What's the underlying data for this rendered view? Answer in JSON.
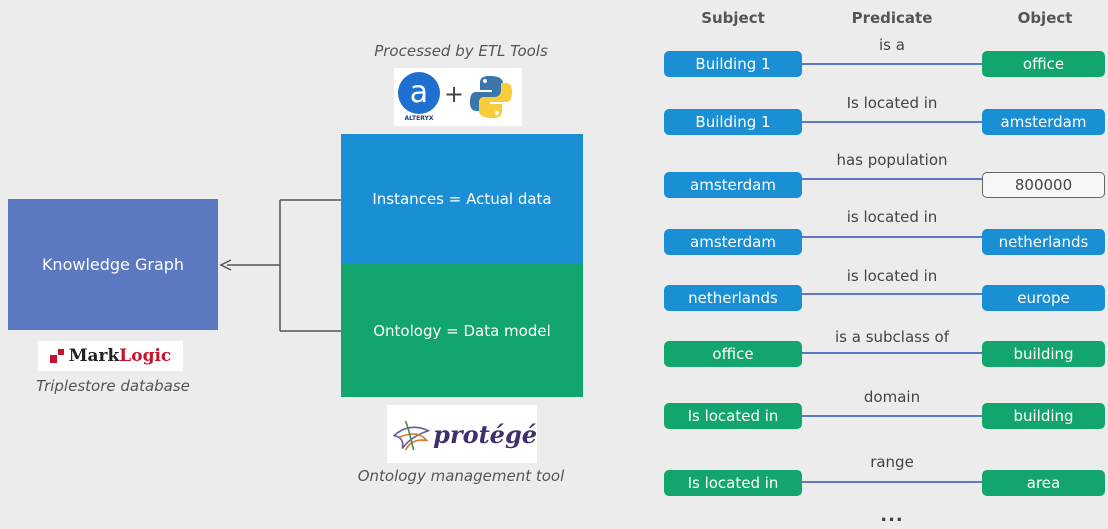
{
  "knowledge_graph": {
    "label": "Knowledge Graph"
  },
  "marklogic": {
    "logo_text_a": "Mark",
    "logo_text_b": "Logic",
    "caption": "Triplestore database"
  },
  "etl": {
    "caption": "Processed by ETL Tools",
    "alteryx_letter": "a",
    "alteryx_text": "ALTERYX",
    "plus": "+"
  },
  "layers": {
    "instances": "Instances = Actual data",
    "ontology": "Ontology = Data model"
  },
  "protege": {
    "logo_text": "protégé",
    "caption": "Ontology management tool"
  },
  "columns": {
    "subject": "Subject",
    "predicate": "Predicate",
    "object": "Object"
  },
  "triples": [
    {
      "subject": "Building 1",
      "subject_color": "blue",
      "predicate": "is a",
      "object": "office",
      "object_color": "green"
    },
    {
      "subject": "Building 1",
      "subject_color": "blue",
      "predicate": "Is located in",
      "object": "amsterdam",
      "object_color": "blue"
    },
    {
      "subject": "amsterdam",
      "subject_color": "blue",
      "predicate": "has population",
      "object": "800000",
      "object_color": "outline"
    },
    {
      "subject": "amsterdam",
      "subject_color": "blue",
      "predicate": "is located in",
      "object": "netherlands",
      "object_color": "blue"
    },
    {
      "subject": "netherlands",
      "subject_color": "blue",
      "predicate": "is located in",
      "object": "europe",
      "object_color": "blue"
    },
    {
      "subject": "office",
      "subject_color": "green",
      "predicate": "is a subclass of",
      "object": "building",
      "object_color": "green"
    },
    {
      "subject": "Is located in",
      "subject_color": "green",
      "predicate": "domain",
      "object": "building",
      "object_color": "green"
    },
    {
      "subject": "Is located in",
      "subject_color": "green",
      "predicate": "range",
      "object": "area",
      "object_color": "green"
    }
  ],
  "ellipsis": "...",
  "colors": {
    "blue": "#1a8fd4",
    "green": "#13a56e",
    "kg": "#5b78c0",
    "line": "#5b78c0"
  }
}
